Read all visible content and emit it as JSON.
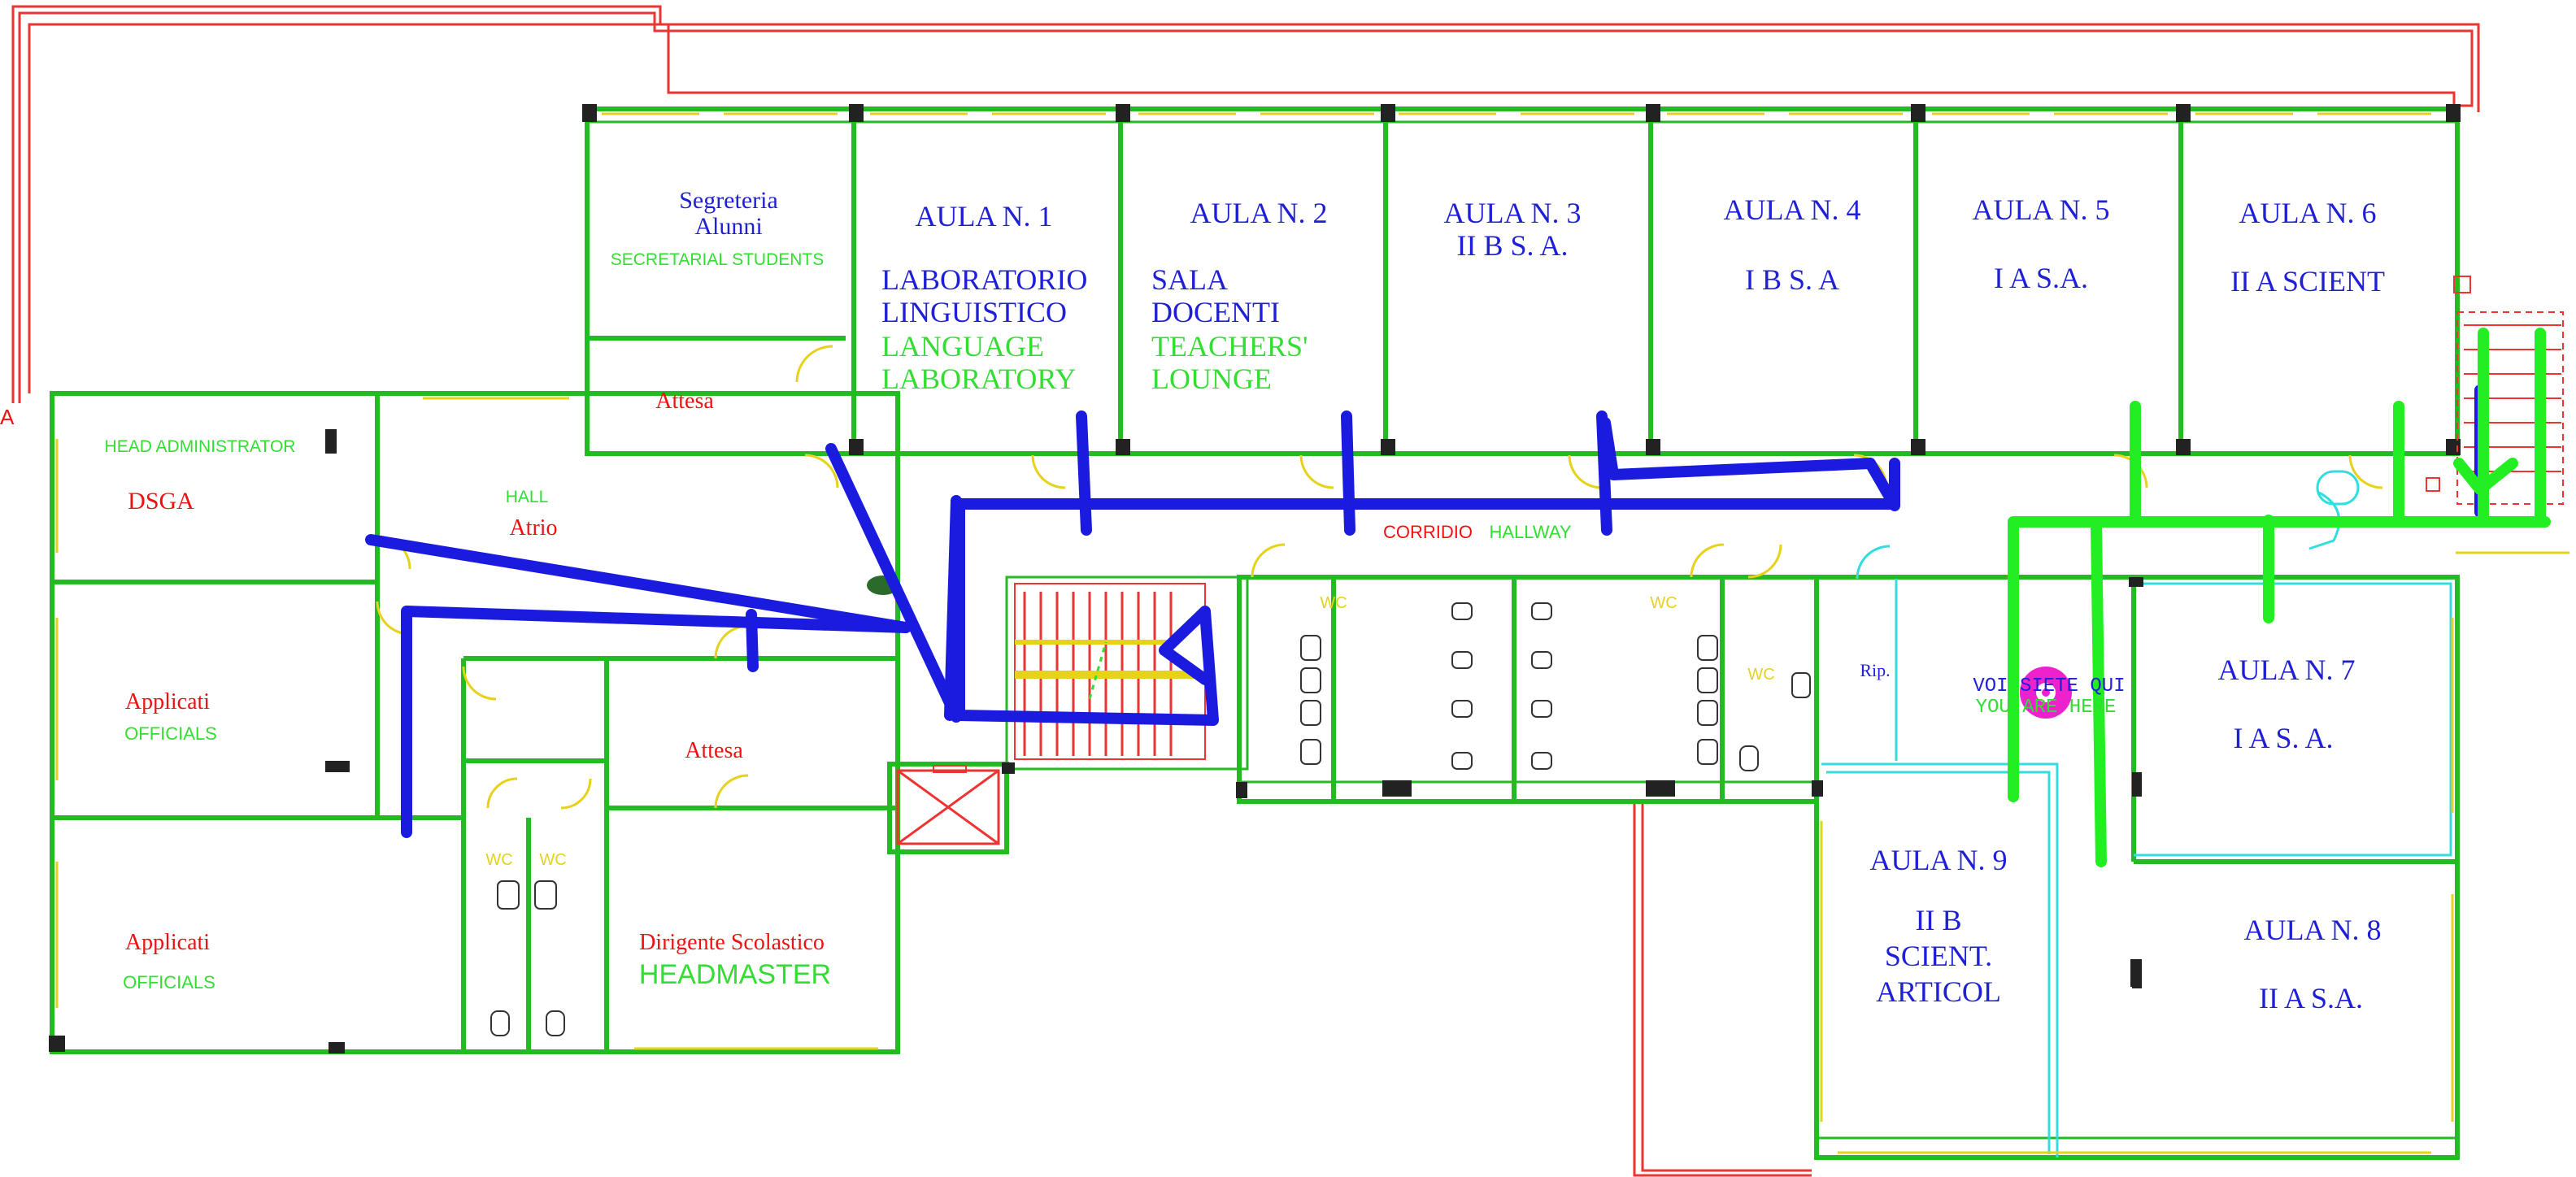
{
  "rooms": {
    "segreteria_it": [
      "Segreteria",
      "Alunni"
    ],
    "segreteria_en": "SECRETARIAL STUDENTS",
    "attesa_top": "Attesa",
    "head_admin": "HEAD ADMINISTRATOR",
    "dsga": "DSGA",
    "hall_en": "HALL",
    "hall_it": "Atrio",
    "applicati_1": "Applicati",
    "officials_1": "OFFICIALS",
    "applicati_2": "Applicati",
    "officials_2": "OFFICIALS",
    "attesa_mid": "Attesa",
    "dirigente": "Dirigente Scolastico",
    "headmaster": "HEADMASTER",
    "corridor_it": "CORRIDIO",
    "corridor_en": "HALLWAY",
    "aula1_title": "AULA N. 1",
    "aula1_lines_it": [
      "LABORATORIO",
      "LINGUISTICO"
    ],
    "aula1_lines_en": [
      "LANGUAGE",
      "LABORATORY"
    ],
    "aula2_title": "AULA N. 2",
    "aula2_lines_it": [
      "SALA",
      "DOCENTI"
    ],
    "aula2_lines_en": [
      "TEACHERS'",
      "LOUNGE"
    ],
    "aula3_title": "AULA N. 3",
    "aula3_class": "II  B  S.  A.",
    "aula4_title": "AULA N. 4",
    "aula4_class": "I  B  S.  A",
    "aula5_title": "AULA N. 5",
    "aula5_class": "I A S.A.",
    "aula6_title": "AULA N. 6",
    "aula6_class": "II  A SCIENT",
    "aula7_title": "AULA N. 7",
    "aula7_class": "I A  S. A.",
    "aula8_title": "AULA N.  8",
    "aula8_class": "II  A  S.A.",
    "aula9_title": "AULA  N. 9",
    "aula9_lines": [
      "II  B",
      "SCIENT.",
      "ARTICOL"
    ],
    "rip": "Rip.",
    "wc": "WC",
    "you_are_here_it": "VOI SIETE QUI",
    "you_are_here_en": "YOU ARE HERE",
    "edge_letter": "A"
  },
  "colors": {
    "route_primary": "#1b1be0",
    "route_secondary": "#22ee22",
    "walls": "#22bb22",
    "marker": "#ee22cc"
  }
}
